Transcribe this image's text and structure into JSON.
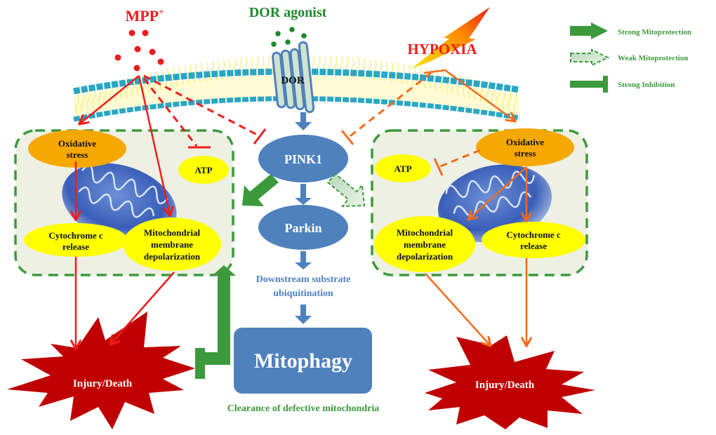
{
  "stimuli": {
    "mpp": {
      "label": "MPP",
      "superscript": "+",
      "color": "#ee1c1c"
    },
    "dor_agonist": {
      "label": "DOR agonist",
      "color": "#1e8a2e"
    },
    "hypoxia": {
      "label": "HYPOXIA",
      "color": "#ee1c1c"
    }
  },
  "receptor": {
    "label": "DOR"
  },
  "pathway": {
    "pink1": "PINK1",
    "parkin": "Parkin",
    "downstream_line1": "Downstream substrate",
    "downstream_line2": "ubiquitination",
    "mitophagy": "Mitophagy",
    "clearance": "Clearance of defective mitochondria"
  },
  "left_box": {
    "oxidative_line1": "Oxidative",
    "oxidative_line2": "stress",
    "atp": "ATP",
    "cyto_line1": "Cytochrome c",
    "cyto_line2": "release",
    "mmd_line1": "Mitochondrial",
    "mmd_line2": "membrane",
    "mmd_line3": "depolarization",
    "outcome": "Injury/Death"
  },
  "right_box": {
    "oxidative_line1": "Oxidative",
    "oxidative_line2": "stress",
    "atp": "ATP",
    "cyto_line1": "Cytochrome c",
    "cyto_line2": "release",
    "mmd_line1": "Mitochondrial",
    "mmd_line2": "membrane",
    "mmd_line3": "depolarization",
    "outcome": "Injury/Death"
  },
  "legend": [
    {
      "label": "Strong Mitoprotection",
      "symbol": "solid-arrow"
    },
    {
      "label": "Weak Mitoprotection",
      "symbol": "dashed-arrow"
    },
    {
      "label": "Strong Inhibition",
      "symbol": "t-bar"
    }
  ],
  "colors": {
    "mpp_path": "#ee1c1c",
    "hypoxia_path": "#f26b1d",
    "protection_green": "#3c9a3c",
    "pathway_blue": "#4f81bd",
    "injury_red": "#c00000",
    "node_yellow": "#ffff00",
    "node_orange": "#f5a800",
    "box_fill": "#edf0e2",
    "box_border": "#3c9a3c"
  }
}
